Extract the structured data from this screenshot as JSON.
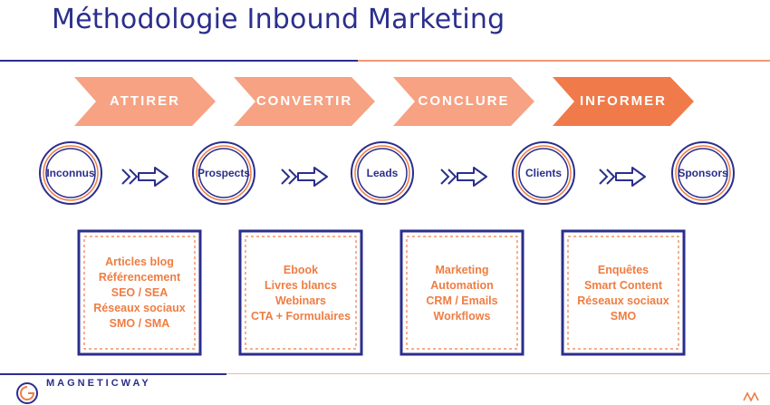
{
  "title": "Méthodologie Inbound Marketing",
  "colors": {
    "blue": "#2b2e8c",
    "orange": "#ef7d43",
    "salmon": "#f6a283",
    "accent": "#f07a4a"
  },
  "stages": [
    {
      "label": "ATTIRER"
    },
    {
      "label": "CONVERTIR"
    },
    {
      "label": "CONCLURE"
    },
    {
      "label": "INFORMER"
    }
  ],
  "nodes": [
    {
      "label": "Inconnus"
    },
    {
      "label": "Prospects"
    },
    {
      "label": "Leads"
    },
    {
      "label": "Clients"
    },
    {
      "label": "Sponsors"
    }
  ],
  "boxes": [
    {
      "items": [
        "Articles blog",
        "Référencement",
        "SEO / SEA",
        "Réseaux sociaux",
        "SMO / SMA"
      ]
    },
    {
      "items": [
        "Ebook",
        "Livres blancs",
        "Webinars",
        "CTA + Formulaires"
      ]
    },
    {
      "items": [
        "Marketing",
        "Automation",
        "CRM / Emails",
        "Workflows"
      ]
    },
    {
      "items": [
        "Enquêtes",
        "Smart Content",
        "Réseaux sociaux",
        "SMO"
      ]
    }
  ],
  "footer": {
    "brand": "MAGNETICWAY"
  }
}
